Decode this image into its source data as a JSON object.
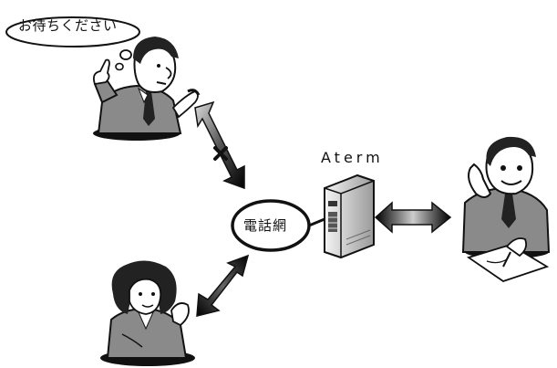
{
  "bubble": {
    "text": "お待ちください"
  },
  "network": {
    "label": "電話網"
  },
  "device": {
    "label": "Aterm"
  },
  "links": [
    {
      "from": "caller-top",
      "to": "network",
      "marker": "✕"
    },
    {
      "from": "caller-bottom",
      "to": "network",
      "marker": ""
    },
    {
      "from": "aterm-device",
      "to": "person-right",
      "marker": ""
    }
  ],
  "colors": {
    "ink": "#111111",
    "gray": "#8a8a8a",
    "light": "#cfcfcf"
  }
}
